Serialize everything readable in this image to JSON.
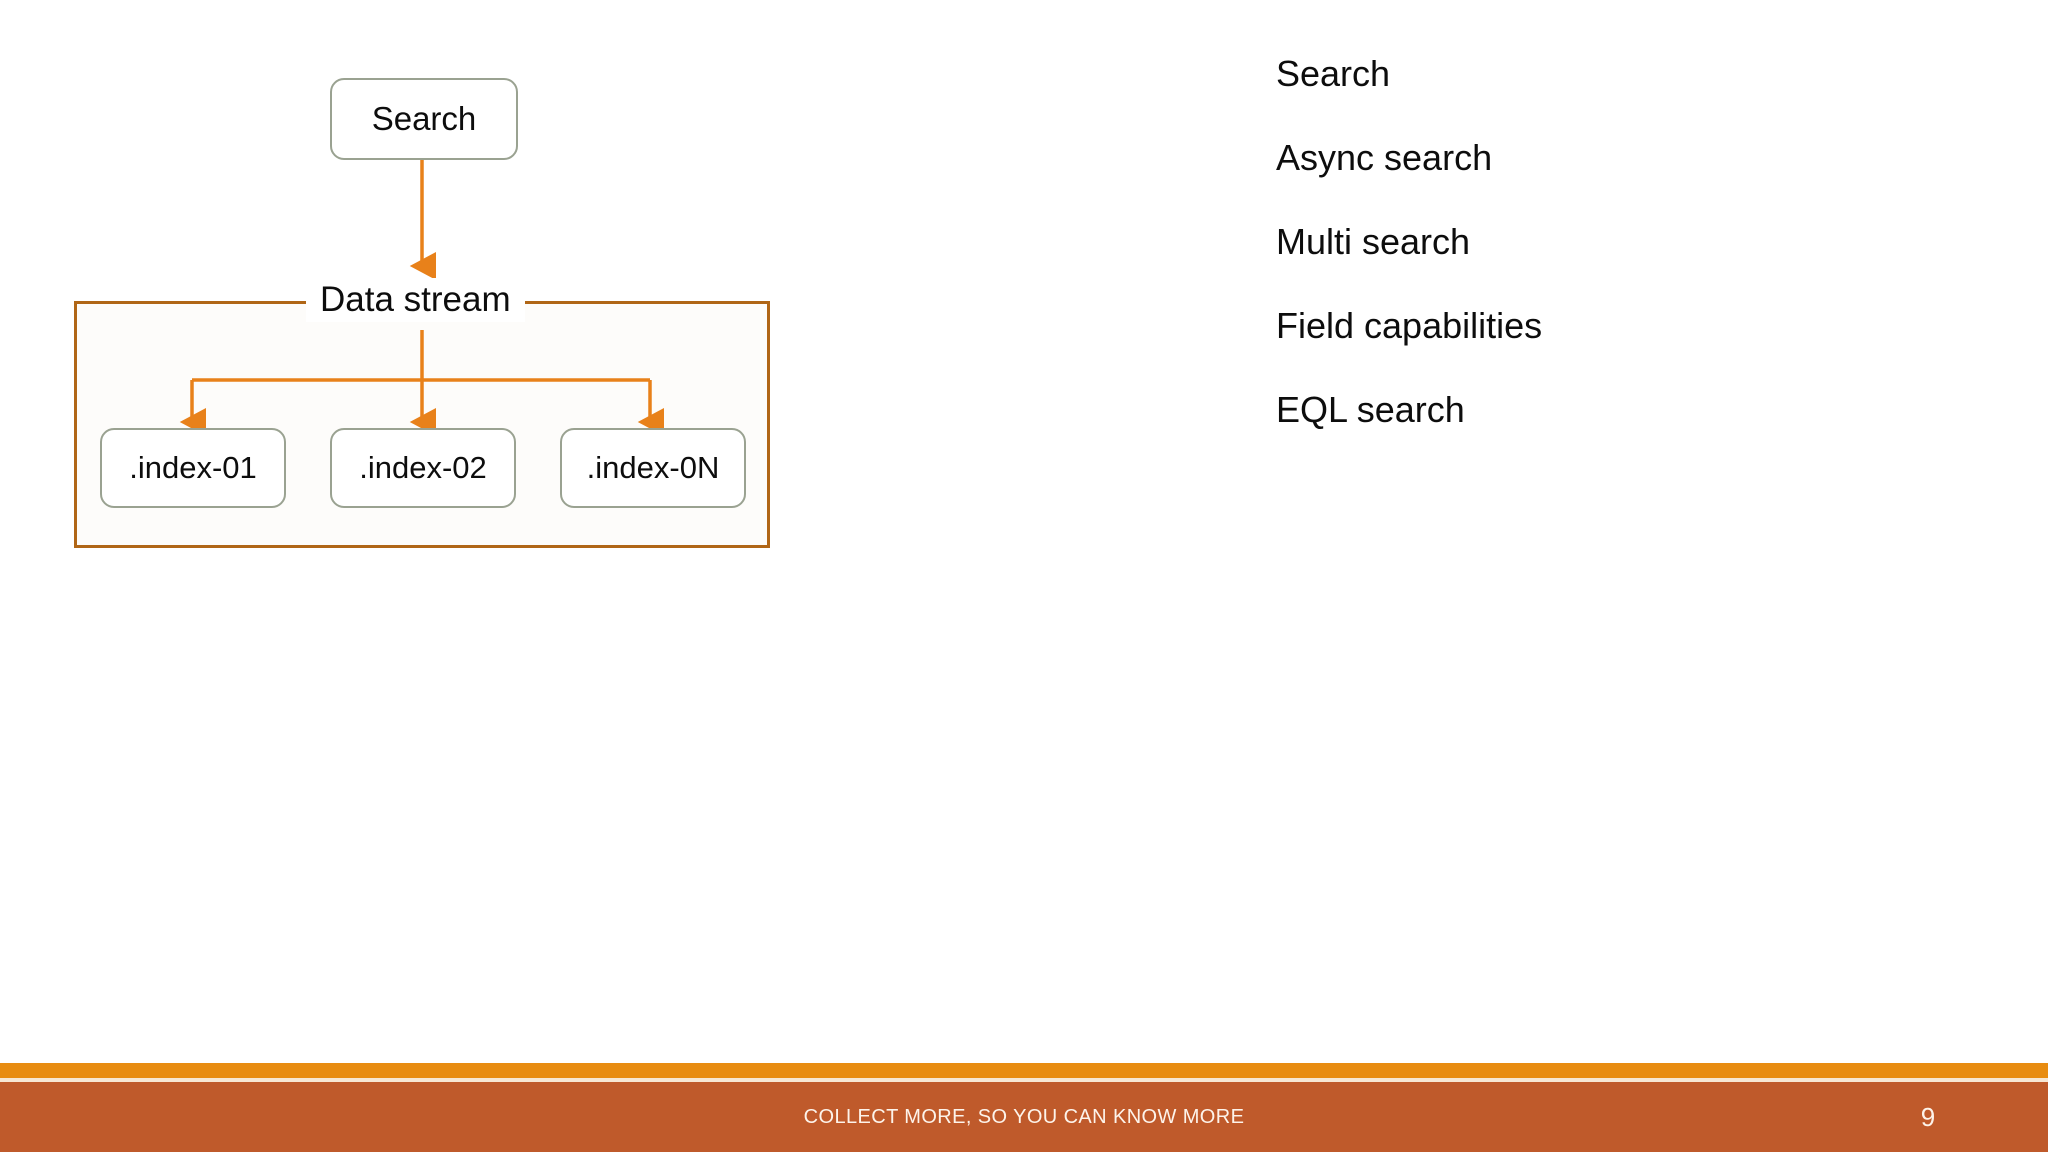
{
  "slide": {
    "page_number": "9"
  },
  "diagram": {
    "source_node": {
      "label": "Search"
    },
    "container": {
      "label": "Data stream"
    },
    "index_nodes": [
      {
        "label": ".index-01"
      },
      {
        "label": ".index-02"
      },
      {
        "label": ".index-0N"
      }
    ],
    "colors": {
      "node_border": "#9aa291",
      "container_border": "#b06616",
      "arrow": "#e8811a",
      "container_fill": "#fdfcfa"
    }
  },
  "bullets": {
    "items": [
      {
        "label": "Search"
      },
      {
        "label": "Async search"
      },
      {
        "label": "Multi search"
      },
      {
        "label": "Field capabilities"
      },
      {
        "label": "EQL search"
      }
    ]
  },
  "footer": {
    "tagline": "COLLECT MORE, SO YOU CAN KNOW MORE",
    "page_number": "9",
    "colors": {
      "accent_strip": "#e88c11",
      "hairline": "#f7e7d4",
      "bar": "#bf5a2b",
      "text": "#fdf3ea"
    }
  }
}
